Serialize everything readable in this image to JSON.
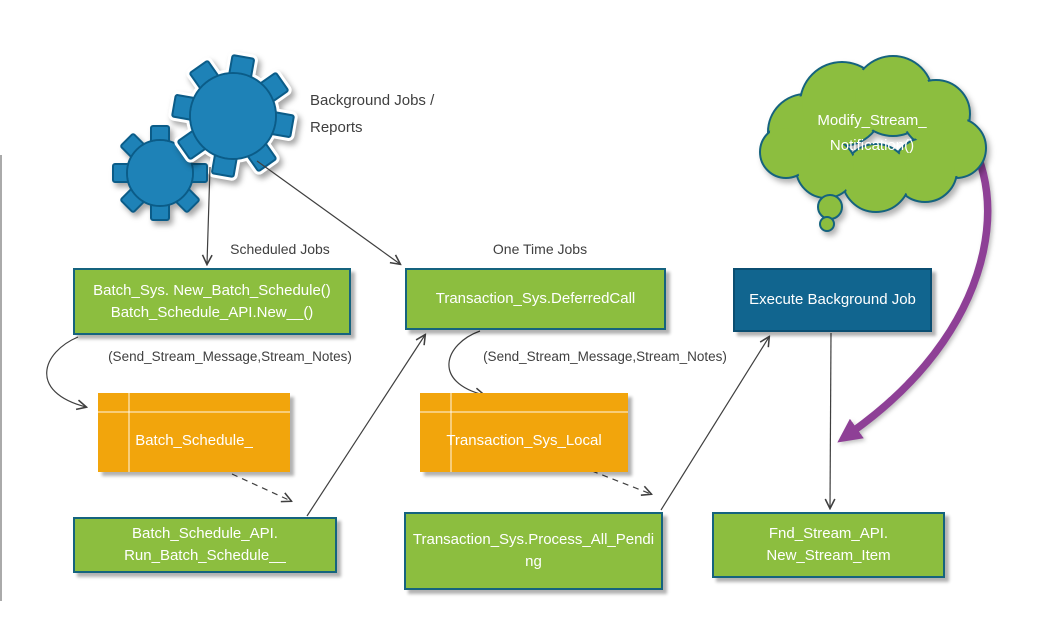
{
  "colors": {
    "green": "#8CBE3F",
    "green-border": "#15637E",
    "blue": "#11658F",
    "blue-border": "#0B4E71",
    "gear-blue": "#1E82B7",
    "gear-border": "#0B5C88",
    "orange": "#F2A50C",
    "purple": "#8E4096",
    "ink": "#3F3F3F"
  },
  "icons": {
    "gears": "gear-icon",
    "thought_cloud": "thought-cloud-icon",
    "purple_curved_arrow": "curved-arrow-icon"
  },
  "annotations": {
    "background_jobs_line1": "Background Jobs /",
    "background_jobs_line2": "Reports",
    "scheduled_jobs": "Scheduled Jobs",
    "one_time_jobs": "One Time Jobs",
    "stream_params_left": "(Send_Stream_Message,Stream_Notes)",
    "stream_params_right": "(Send_Stream_Message,Stream_Notes)"
  },
  "nodes": {
    "batch_sys": {
      "line1": "Batch_Sys. New_Batch_Schedule()",
      "line2": "Batch_Schedule_API.New__()"
    },
    "deferred_call": {
      "line1": "Transaction_Sys.DeferredCall"
    },
    "execute_job": {
      "line1": "Execute Background Job"
    },
    "batch_schedule_table": {
      "line1": "Batch_Schedule_"
    },
    "transaction_sys_local_table": {
      "line1": "Transaction_Sys_Local"
    },
    "run_batch_schedule": {
      "line1": "Batch_Schedule_API.",
      "line2": "Run_Batch_Schedule__"
    },
    "process_all_pending": {
      "line1": "Transaction_Sys.Process_All_Pendi",
      "line2": "ng"
    },
    "fnd_stream": {
      "line1": "Fnd_Stream_API.",
      "line2": "New_Stream_Item"
    },
    "cloud": {
      "line1": "Modify_Stream_",
      "line2": "Notification()"
    }
  }
}
